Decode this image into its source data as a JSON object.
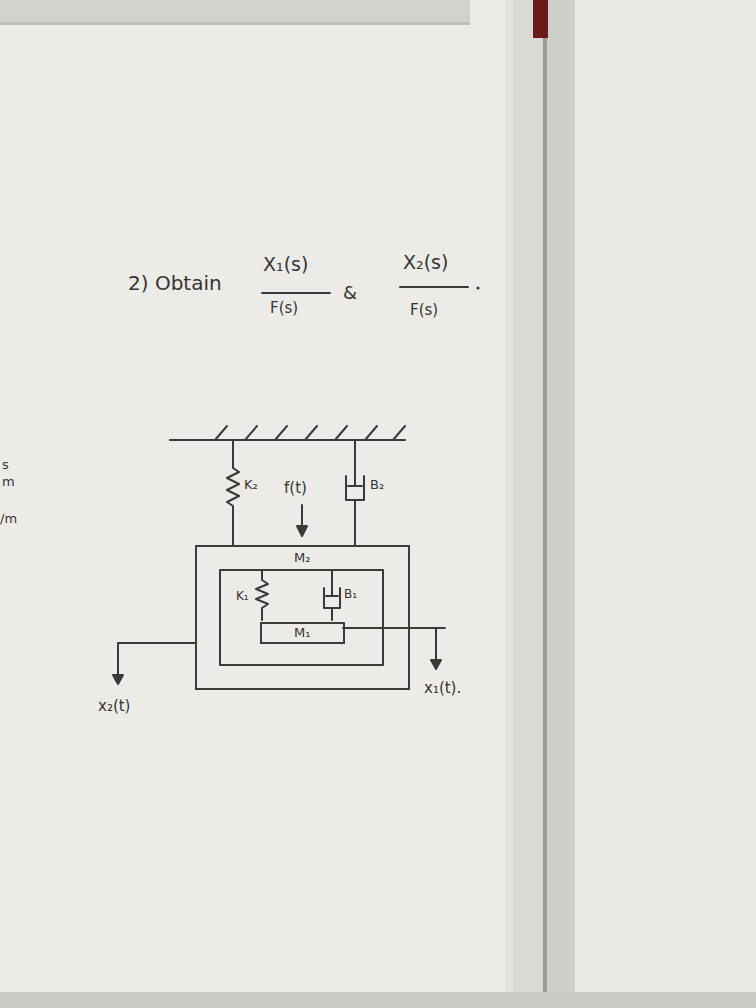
{
  "diagram": {
    "nodes": [
      {
        "text": [
          "M₂"
        ]
      },
      {
        "text": [
          "M₁"
        ],
        "in": 0
      }
    ],
    "labels": [
      "2) Obtain",
      "X₁(s)",
      "F(s)",
      "&",
      "X₂(s)",
      "F(s)",
      "K₂",
      "f(t)",
      "B₂",
      "K₁",
      "B₁",
      "x₂(t)",
      "x₁(t).",
      "s",
      "m",
      "/m"
    ]
  }
}
